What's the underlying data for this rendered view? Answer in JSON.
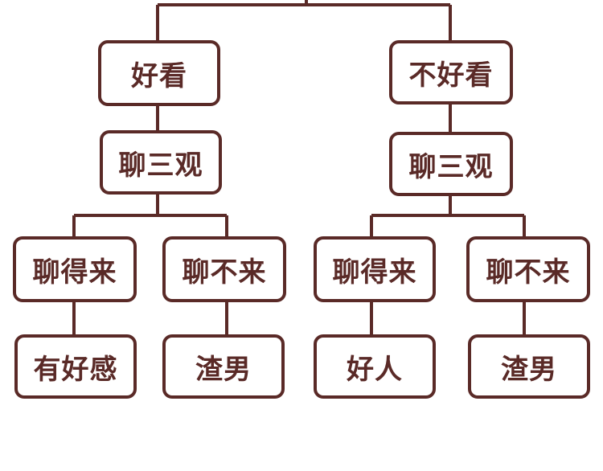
{
  "diagram": {
    "left": {
      "root": "好看",
      "middle": "聊三观",
      "branch_a": "聊得来",
      "branch_b": "聊不来",
      "leaf_a": "有好感",
      "leaf_b": "渣男"
    },
    "right": {
      "root": "不好看",
      "middle": "聊三观",
      "branch_a": "聊得来",
      "branch_b": "聊不来",
      "leaf_a": "好人",
      "leaf_b": "渣男"
    }
  },
  "colors": {
    "stroke": "#5a2a27",
    "text": "#5a2a27",
    "background": "#ffffff"
  }
}
